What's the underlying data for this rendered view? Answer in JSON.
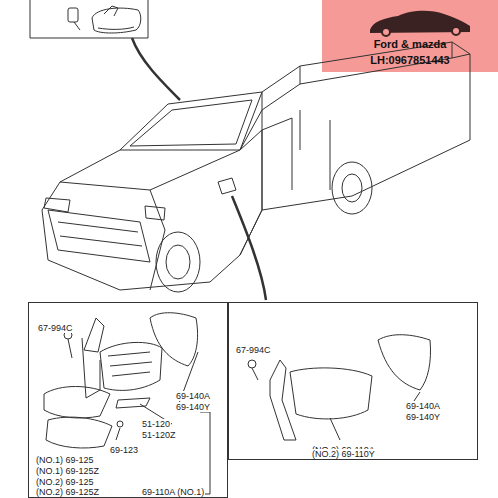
{
  "diagram": {
    "nodes": [
      {
        "text": [
          "Ford & mazda",
          "LH:0967851443"
        ]
      },
      {
        "text": [
          "67-994C",
          "69-140A",
          "69-140Y",
          "51-120",
          "51-120Z",
          "69-123",
          "(NO.1) 69-125",
          "(NO.1) 69-125Z",
          "(NO.2) 69-125",
          "(NO.2) 69-125Z",
          "69-110A (NO.1)"
        ]
      },
      {
        "text": [
          "67-994C",
          "69-140A",
          "69-140Y",
          "(NO.2) 69-110A",
          "(NO.2) 69-110Y"
        ]
      }
    ]
  }
}
